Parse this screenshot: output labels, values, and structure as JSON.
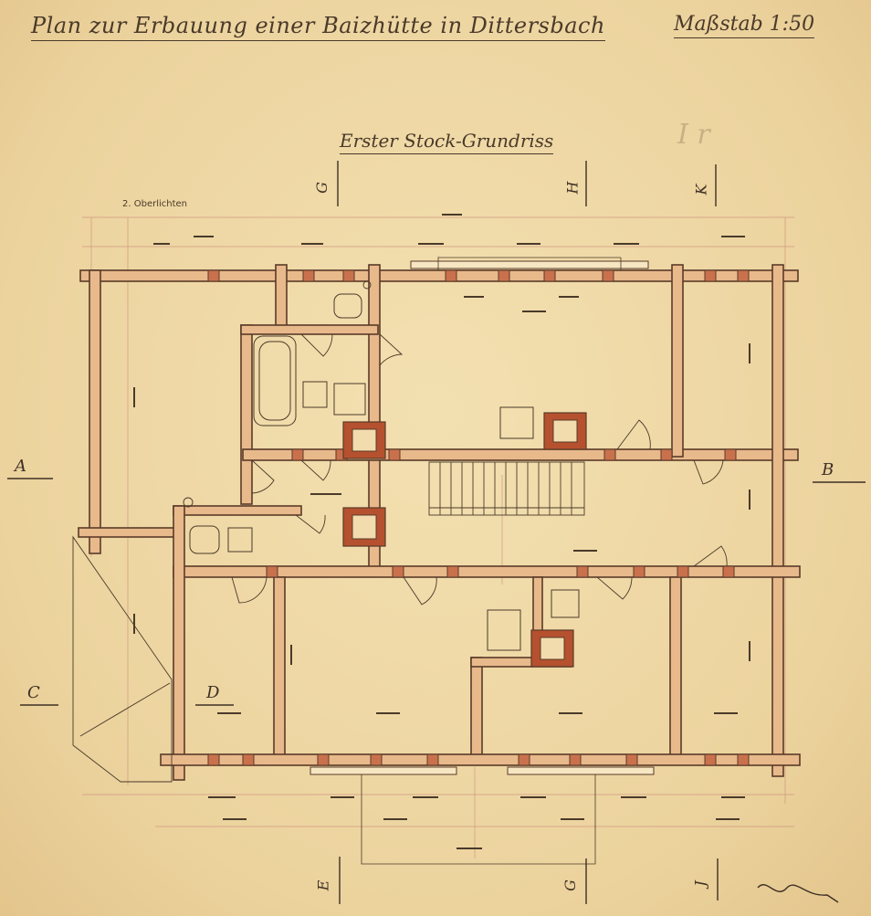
{
  "drawing": {
    "title": "Plan zur Erbauung einer Baizhütte in Dittersbach",
    "scale": "Maßstab 1:50",
    "subtitle": "Erster Stock-Grundriss",
    "note": "2. Oberlichten",
    "pencil_note": "I r"
  },
  "section_markers": {
    "left_a": "A",
    "right_b": "B",
    "left_c": "C",
    "left_d": "D",
    "top_1": "G",
    "top_2": "H",
    "top_3": "K",
    "bottom_1": "E",
    "bottom_2": "G",
    "bottom_3": "J"
  },
  "colors": {
    "paper": "#efd9a6",
    "wall": "#e8b98b",
    "wall_edge": "#5a3b28",
    "pillar": "#c9714d",
    "chimney": "#b5512f",
    "dimension": "#c98a7a",
    "ink": "#3e3024"
  }
}
